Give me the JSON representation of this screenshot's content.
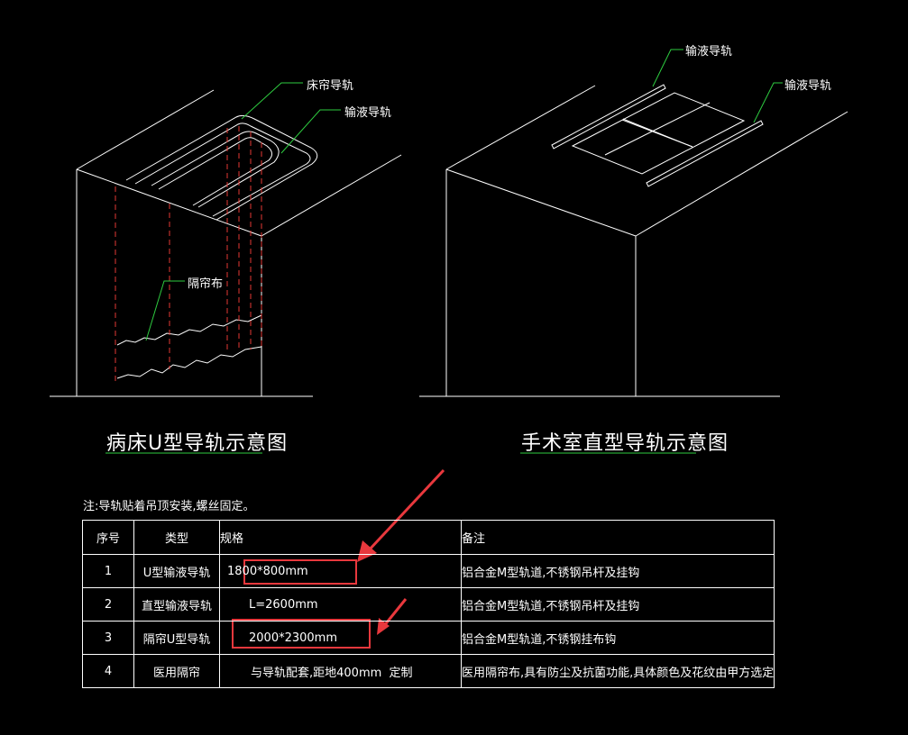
{
  "left_figure": {
    "title": "病床U型导轨示意图",
    "labels": {
      "curtain_rail": "床帘导轨",
      "infusion_rail": "输液导轨",
      "curtain_cloth": "隔帘布"
    }
  },
  "right_figure": {
    "title": "手术室直型导轨示意图",
    "labels": {
      "infusion_rail_1": "输液导轨",
      "infusion_rail_2": "输液导轨"
    }
  },
  "note": "注:导轨贴着吊顶安装,螺丝固定。",
  "table": {
    "headers": {
      "no": "序号",
      "type": "类型",
      "spec": "规格",
      "remark": "备注"
    },
    "rows": [
      {
        "no": "1",
        "type": "U型输液导轨",
        "spec": "1800*800mm",
        "remark": "铝合金M型轨道,不锈钢吊杆及挂钩"
      },
      {
        "no": "2",
        "type": "直型输液导轨",
        "spec": "L=2600mm",
        "remark": "铝合金M型轨道,不锈钢吊杆及挂钩"
      },
      {
        "no": "3",
        "type": "隔帘U型导轨",
        "spec": "2000*2300mm",
        "remark": "铝合金M型轨道,不锈钢挂布钩"
      },
      {
        "no": "4",
        "type": "医用隔帘",
        "spec": "与导轨配套,距地400mm  定制",
        "remark": "医用隔帘布,具有防尘及抗菌功能,具体颜色及花纹由甲方选定"
      }
    ]
  },
  "colors": {
    "lines": "#ffffff",
    "red_dash": "#e53935",
    "leader": "#2ecc40",
    "highlight": "#e8383d"
  }
}
